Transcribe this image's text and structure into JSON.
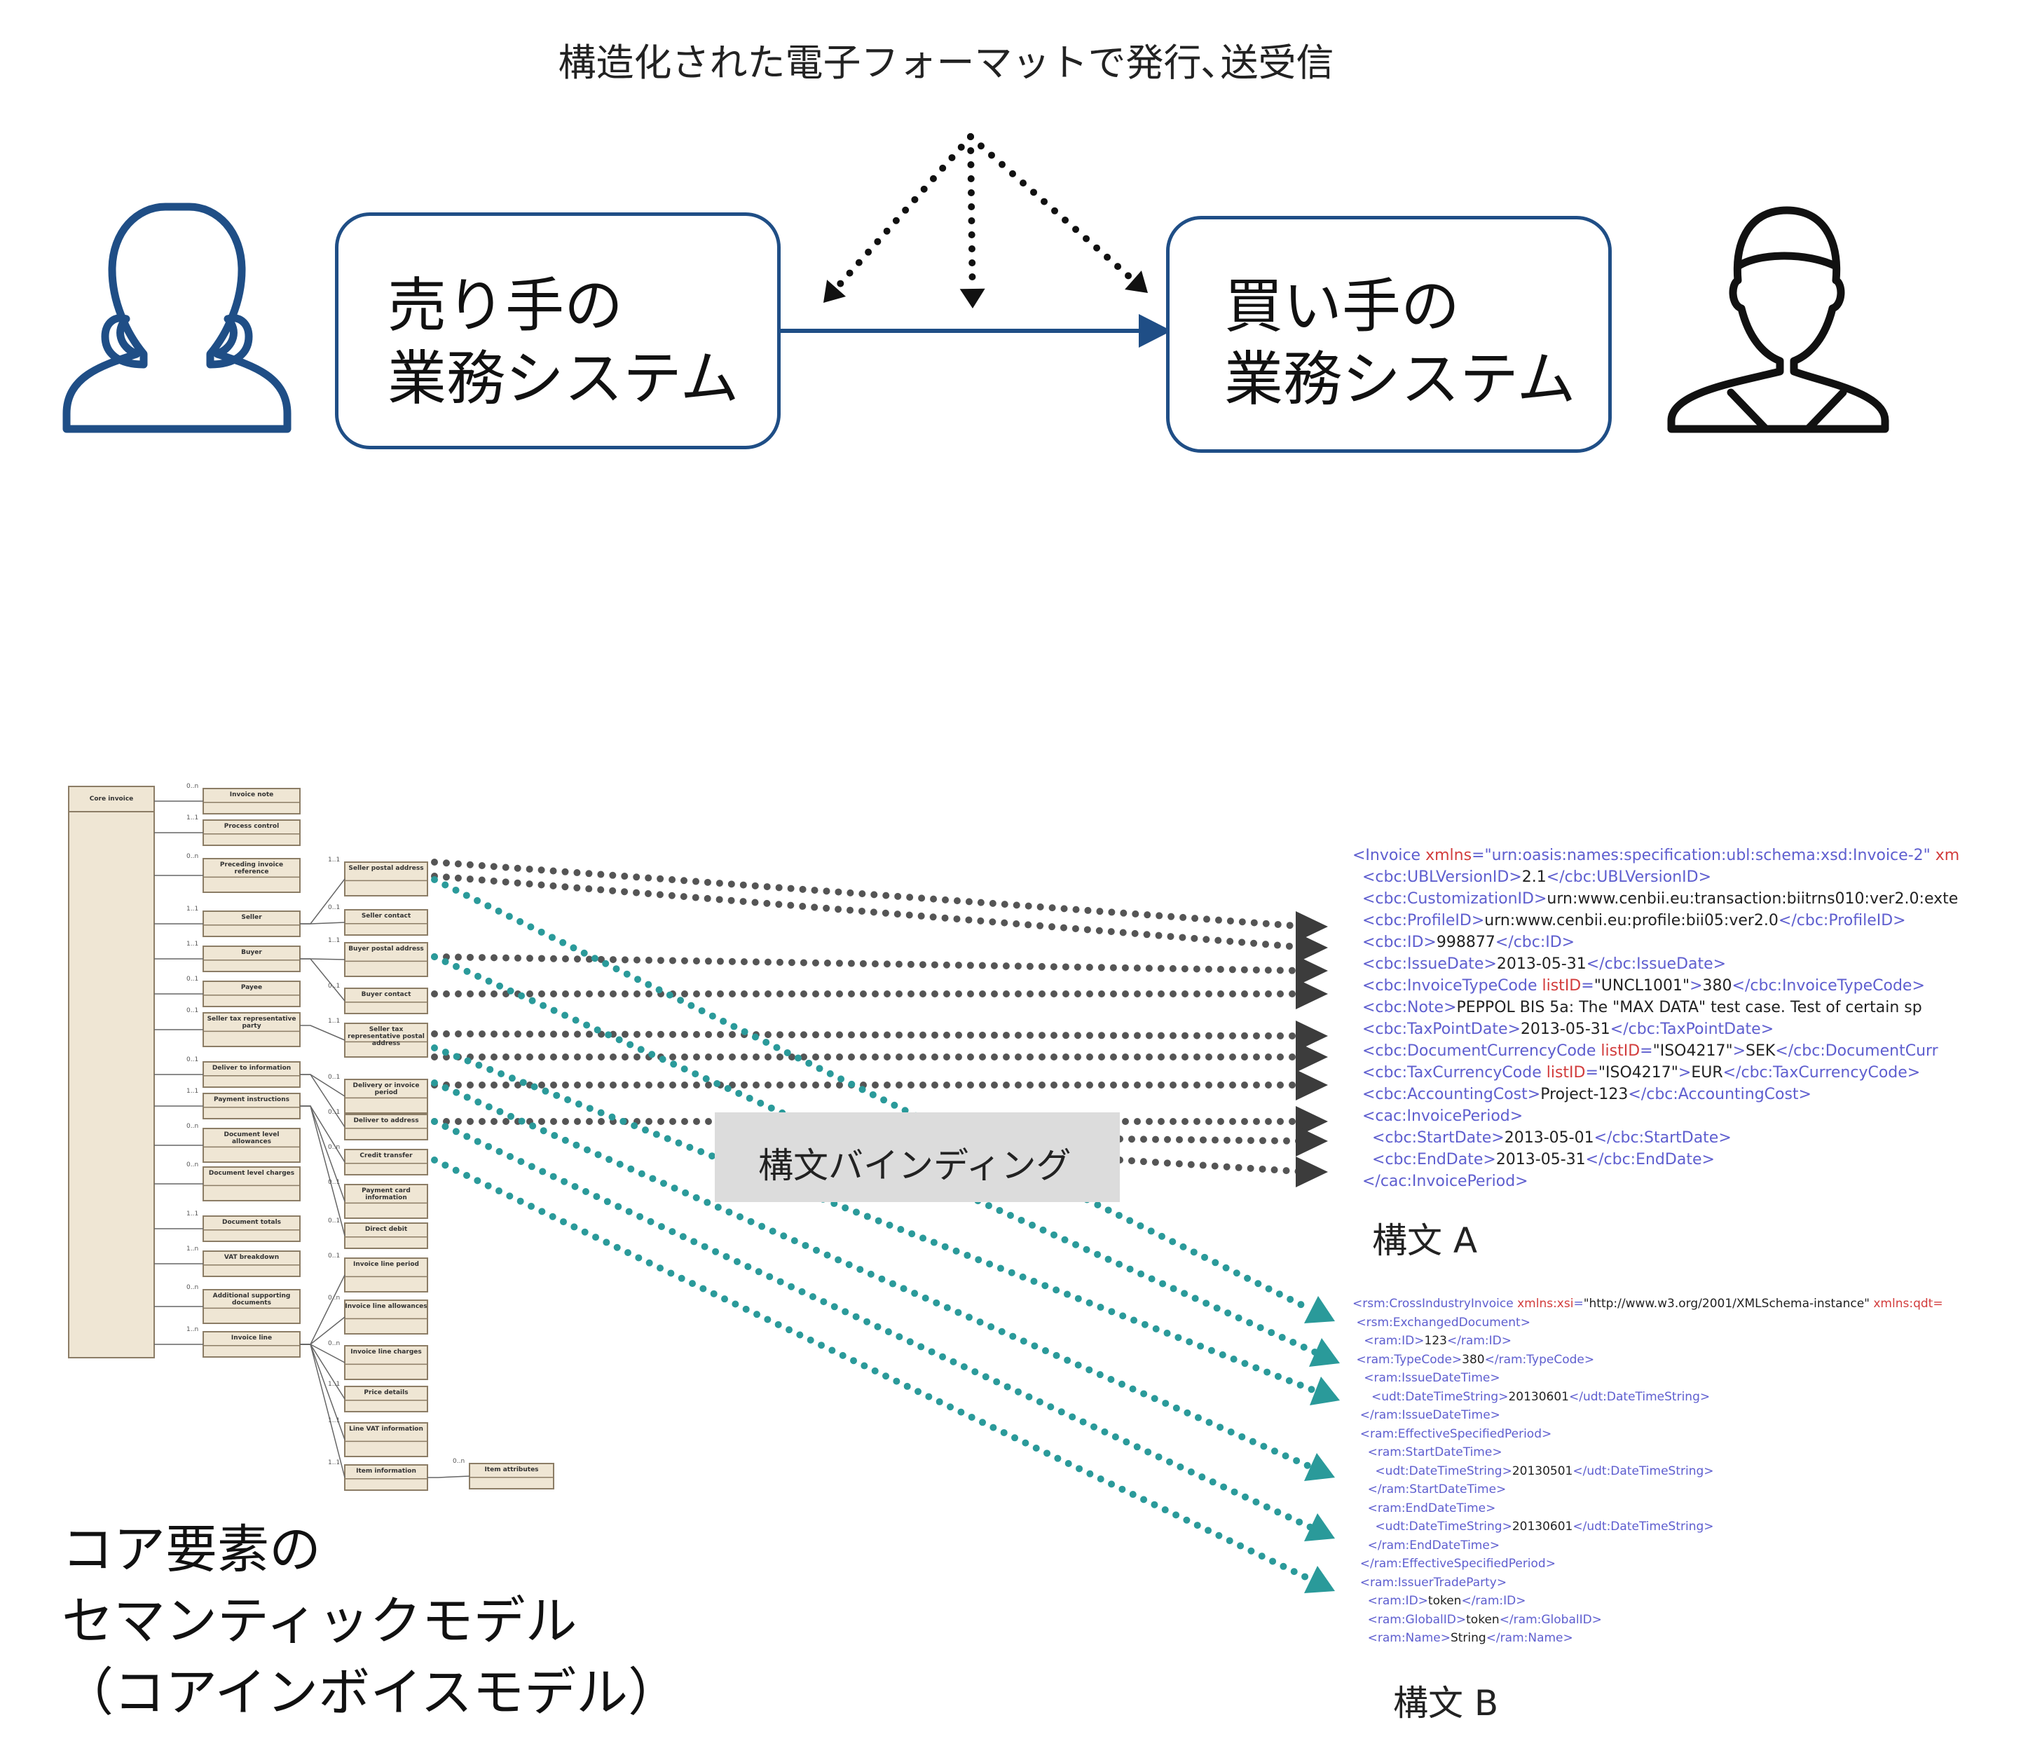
{
  "top_caption": "構造化された電子フォーマットで発行､送受信",
  "seller_box": {
    "line1": "売り手の",
    "line2": "業務システム"
  },
  "buyer_box": {
    "line1": "買い手の",
    "line2": "業務システム"
  },
  "binding_label": "構文バインディング",
  "syntax_a_label": "構文 A",
  "syntax_b_label": "構文 B",
  "model_caption": {
    "line1": "コア要素の",
    "line2": "セマンティックモデル",
    "line3": "（コアインボイスモデル）"
  },
  "colors": {
    "blue": "#1f4e86",
    "teal": "#2a9a9a",
    "dot_gray": "#555555",
    "tree_fill": "#efe6d4",
    "tree_border": "#8c7d66",
    "xml_tag": "#5e5ecf",
    "xml_attr": "#d23c3c"
  },
  "icons": {
    "seller": "person-outline-icon",
    "buyer": "person-outline-icon"
  },
  "tree": {
    "root": "Core invoice",
    "col1": [
      {
        "label": "Invoice note",
        "card": "0..n"
      },
      {
        "label": "Process control",
        "card": "1..1"
      },
      {
        "label": "Preceding invoice reference",
        "card": "0..n"
      },
      {
        "label": "Seller",
        "card": "1..1"
      },
      {
        "label": "Buyer",
        "card": "1..1"
      },
      {
        "label": "Payee",
        "card": "0..1"
      },
      {
        "label": "Seller tax representative party",
        "card": "0..1"
      },
      {
        "label": "Deliver to information",
        "card": "0..1"
      },
      {
        "label": "Payment instructions",
        "card": "1..1"
      },
      {
        "label": "Document level allowances",
        "card": "0..n"
      },
      {
        "label": "Document level charges",
        "card": "0..n"
      },
      {
        "label": "Document totals",
        "card": "1..1"
      },
      {
        "label": "VAT breakdown",
        "card": "1..n"
      },
      {
        "label": "Additional supporting documents",
        "card": "0..n"
      },
      {
        "label": "Invoice line",
        "card": "1..n"
      }
    ],
    "col2": [
      {
        "label": "Seller postal address",
        "card": "1..1"
      },
      {
        "label": "Seller contact",
        "card": "0..1"
      },
      {
        "label": "Buyer postal address",
        "card": "1..1"
      },
      {
        "label": "Buyer contact",
        "card": "0..1"
      },
      {
        "label": "Seller tax representative postal address",
        "card": "1..1"
      },
      {
        "label": "Delivery or invoice period",
        "card": "0..1"
      },
      {
        "label": "Deliver to address",
        "card": "0..1"
      },
      {
        "label": "Credit transfer",
        "card": "0..n"
      },
      {
        "label": "Payment card information",
        "card": "0..1"
      },
      {
        "label": "Direct debit",
        "card": "0..1"
      },
      {
        "label": "Invoice line period",
        "card": "0..1"
      },
      {
        "label": "Invoice line allowances",
        "card": "0..n"
      },
      {
        "label": "Invoice line charges",
        "card": "0..n"
      },
      {
        "label": "Price details",
        "card": "1..1"
      },
      {
        "label": "Line VAT information",
        "card": "1..1"
      },
      {
        "label": "Item information",
        "card": "1..1"
      }
    ],
    "col3": [
      {
        "label": "Item attributes",
        "card": "0..n"
      }
    ]
  },
  "syntax_a_lines": [
    [
      [
        "t",
        "<Invoice "
      ],
      [
        "a",
        "xmlns"
      ],
      [
        "t",
        "=\"urn:oasis:names:specification:ubl:schema:xsd:Invoice-2\" "
      ],
      [
        "a",
        "xm"
      ]
    ],
    [
      [
        "t",
        "  <cbc:UBLVersionID>"
      ],
      [
        "v",
        "2.1"
      ],
      [
        "t",
        "</cbc:UBLVersionID>"
      ]
    ],
    [
      [
        "t",
        "  <cbc:CustomizationID>"
      ],
      [
        "v",
        "urn:www.cenbii.eu:transaction:biitrns010:ver2.0:exte"
      ]
    ],
    [
      [
        "t",
        "  <cbc:ProfileID>"
      ],
      [
        "v",
        "urn:www.cenbii.eu:profile:bii05:ver2.0"
      ],
      [
        "t",
        "</cbc:ProfileID>"
      ]
    ],
    [
      [
        "t",
        "  <cbc:ID>"
      ],
      [
        "v",
        "998877"
      ],
      [
        "t",
        "</cbc:ID>"
      ]
    ],
    [
      [
        "t",
        "  <cbc:IssueDate>"
      ],
      [
        "v",
        "2013-05-31"
      ],
      [
        "t",
        "</cbc:IssueDate>"
      ]
    ],
    [
      [
        "t",
        "  <cbc:InvoiceTypeCode "
      ],
      [
        "a",
        "listID"
      ],
      [
        "t",
        "="
      ],
      [
        "v",
        "\"UNCL1001\""
      ],
      [
        "t",
        ">"
      ],
      [
        "v",
        "380"
      ],
      [
        "t",
        "</cbc:InvoiceTypeCode>"
      ]
    ],
    [
      [
        "t",
        "  <cbc:Note>"
      ],
      [
        "v",
        "PEPPOL BIS 5a: The \"MAX DATA\" test case. Test of certain sp"
      ]
    ],
    [
      [
        "t",
        "  <cbc:TaxPointDate>"
      ],
      [
        "v",
        "2013-05-31"
      ],
      [
        "t",
        "</cbc:TaxPointDate>"
      ]
    ],
    [
      [
        "t",
        "  <cbc:DocumentCurrencyCode "
      ],
      [
        "a",
        "listID"
      ],
      [
        "t",
        "="
      ],
      [
        "v",
        "\"ISO4217\""
      ],
      [
        "t",
        ">"
      ],
      [
        "v",
        "SEK"
      ],
      [
        "t",
        "</cbc:DocumentCurr"
      ]
    ],
    [
      [
        "t",
        "  <cbc:TaxCurrencyCode "
      ],
      [
        "a",
        "listID"
      ],
      [
        "t",
        "="
      ],
      [
        "v",
        "\"ISO4217\""
      ],
      [
        "t",
        ">"
      ],
      [
        "v",
        "EUR"
      ],
      [
        "t",
        "</cbc:TaxCurrencyCode>"
      ]
    ],
    [
      [
        "t",
        "  <cbc:AccountingCost>"
      ],
      [
        "v",
        "Project-123"
      ],
      [
        "t",
        "</cbc:AccountingCost>"
      ]
    ],
    [
      [
        "t",
        "  <cac:InvoicePeriod>"
      ]
    ],
    [
      [
        "t",
        "    <cbc:StartDate>"
      ],
      [
        "v",
        "2013-05-01"
      ],
      [
        "t",
        "</cbc:StartDate>"
      ]
    ],
    [
      [
        "t",
        "    <cbc:EndDate>"
      ],
      [
        "v",
        "2013-05-31"
      ],
      [
        "t",
        "</cbc:EndDate>"
      ]
    ],
    [
      [
        "t",
        "  </cac:InvoicePeriod>"
      ]
    ]
  ],
  "syntax_b_lines": [
    [
      [
        "t",
        "<rsm:CrossIndustryInvoice "
      ],
      [
        "a",
        "xmlns:xsi"
      ],
      [
        "t",
        "="
      ],
      [
        "v",
        "\"http://www.w3.org/2001/XMLSchema-instance\" "
      ],
      [
        "a",
        "xmlns:qdt="
      ]
    ],
    [
      [
        "t",
        " <rsm:ExchangedDocument>"
      ]
    ],
    [
      [
        "t",
        "   <ram:ID>"
      ],
      [
        "v",
        "123"
      ],
      [
        "t",
        "</ram:ID>"
      ]
    ],
    [
      [
        "t",
        " <ram:TypeCode>"
      ],
      [
        "v",
        "380"
      ],
      [
        "t",
        "</ram:TypeCode>"
      ]
    ],
    [
      [
        "t",
        "   <ram:IssueDateTime>"
      ]
    ],
    [
      [
        "t",
        "     <udt:DateTimeString>"
      ],
      [
        "v",
        "20130601"
      ],
      [
        "t",
        "</udt:DateTimeString>"
      ]
    ],
    [
      [
        "t",
        "  </ram:IssueDateTime>"
      ]
    ],
    [
      [
        "t",
        "  <ram:EffectiveSpecifiedPeriod>"
      ]
    ],
    [
      [
        "t",
        "    <ram:StartDateTime>"
      ]
    ],
    [
      [
        "t",
        "      <udt:DateTimeString>"
      ],
      [
        "v",
        "20130501"
      ],
      [
        "t",
        "</udt:DateTimeString>"
      ]
    ],
    [
      [
        "t",
        "    </ram:StartDateTime>"
      ]
    ],
    [
      [
        "t",
        "    <ram:EndDateTime>"
      ]
    ],
    [
      [
        "t",
        "      <udt:DateTimeString>"
      ],
      [
        "v",
        "20130601"
      ],
      [
        "t",
        "</udt:DateTimeString>"
      ]
    ],
    [
      [
        "t",
        "    </ram:EndDateTime>"
      ]
    ],
    [
      [
        "t",
        "  </ram:EffectiveSpecifiedPeriod>"
      ]
    ],
    [
      [
        "t",
        "  <ram:IssuerTradeParty>"
      ]
    ],
    [
      [
        "t",
        "    <ram:ID>"
      ],
      [
        "v",
        "token"
      ],
      [
        "t",
        "</ram:ID>"
      ]
    ],
    [
      [
        "t",
        "    <ram:GlobalID>"
      ],
      [
        "v",
        "token"
      ],
      [
        "t",
        "</ram:GlobalID>"
      ]
    ],
    [
      [
        "t",
        "    <ram:Name>"
      ],
      [
        "v",
        "String"
      ],
      [
        "t",
        "</ram:Name>"
      ]
    ]
  ]
}
